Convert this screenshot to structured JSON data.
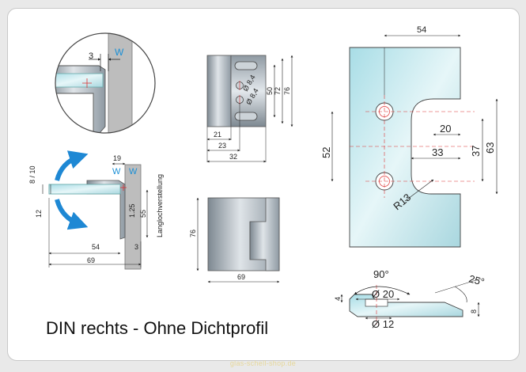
{
  "title": "DIN rechts - Ohne Dichtprofil",
  "footer": "glas-schell-shop.de",
  "colors": {
    "glass": "#bfe6ec",
    "metal": "#9ea9b1",
    "wall": "#bdbdbd",
    "arrow": "#1e88d4",
    "accent": "#1a8fd6"
  },
  "detail": {
    "gap": "3",
    "wall_label": "W"
  },
  "side_view": {
    "wall_label_1": "W",
    "wall_label_2": "W",
    "rotate_label": "Langlochverstellung",
    "dims": {
      "d8_10": "8 / 10",
      "d19": "19",
      "d12": "12",
      "d125": "1.25",
      "d55": "55",
      "d54": "54",
      "d3": "3",
      "d69": "69"
    }
  },
  "plate_view": {
    "dims": {
      "d21": "21",
      "d23": "23",
      "d32": "32",
      "d50": "50",
      "d72": "72",
      "d76": "76",
      "hole1": "Ø 8,4",
      "hole2": "Ø 8,4"
    }
  },
  "cover_view": {
    "dims": {
      "d76": "76",
      "d69": "69"
    }
  },
  "glass_view": {
    "dims": {
      "d54": "54",
      "d20": "20",
      "d33": "33",
      "d52": "52",
      "d37": "37",
      "d63": "63",
      "r13": "R13"
    }
  },
  "section_view": {
    "dims": {
      "angle90": "90°",
      "angle25": "25°",
      "d20": "Ø 20",
      "d12": "Ø 12",
      "d4": "4",
      "d8": "8"
    }
  }
}
